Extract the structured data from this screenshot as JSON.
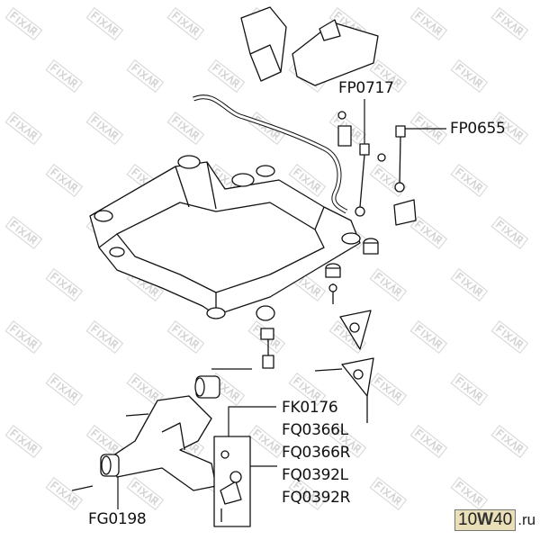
{
  "watermark_text": "FIXAR",
  "labels": {
    "fp0717": "FP0717",
    "fp0655": "FP0655",
    "fk0176": "FK0176",
    "fq0366l": "FQ0366L",
    "fq0366r": "FQ0366R",
    "fq0392l": "FQ0392L",
    "fq0392r": "FQ0392R",
    "fg0198": "FG0198"
  },
  "logo": {
    "num1": "10",
    "w": "W",
    "num2": "40",
    "domain": ".ru"
  },
  "colors": {
    "line": "#111111",
    "watermark": "#d4d4d4",
    "logo_bg": "#e9dfb8"
  }
}
